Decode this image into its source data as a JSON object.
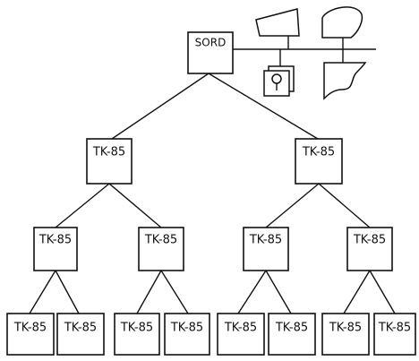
{
  "root": {
    "label": "SORD"
  },
  "level1": [
    {
      "label": "TK-85"
    },
    {
      "label": "TK-85"
    }
  ],
  "level2": [
    {
      "label": "TK-85"
    },
    {
      "label": "TK-85"
    },
    {
      "label": "TK-85"
    },
    {
      "label": "TK-85"
    }
  ],
  "level3": [
    {
      "label": "TK-85"
    },
    {
      "label": "TK-85"
    },
    {
      "label": "TK-85"
    },
    {
      "label": "TK-85"
    },
    {
      "label": "TK-85"
    },
    {
      "label": "TK-85"
    },
    {
      "label": "TK-85"
    },
    {
      "label": "TK-85"
    }
  ],
  "peripherals": [
    {
      "icon": "keyboard-icon"
    },
    {
      "icon": "display-icon"
    },
    {
      "icon": "disk-drive-icon"
    },
    {
      "icon": "printer-paper-icon"
    }
  ]
}
